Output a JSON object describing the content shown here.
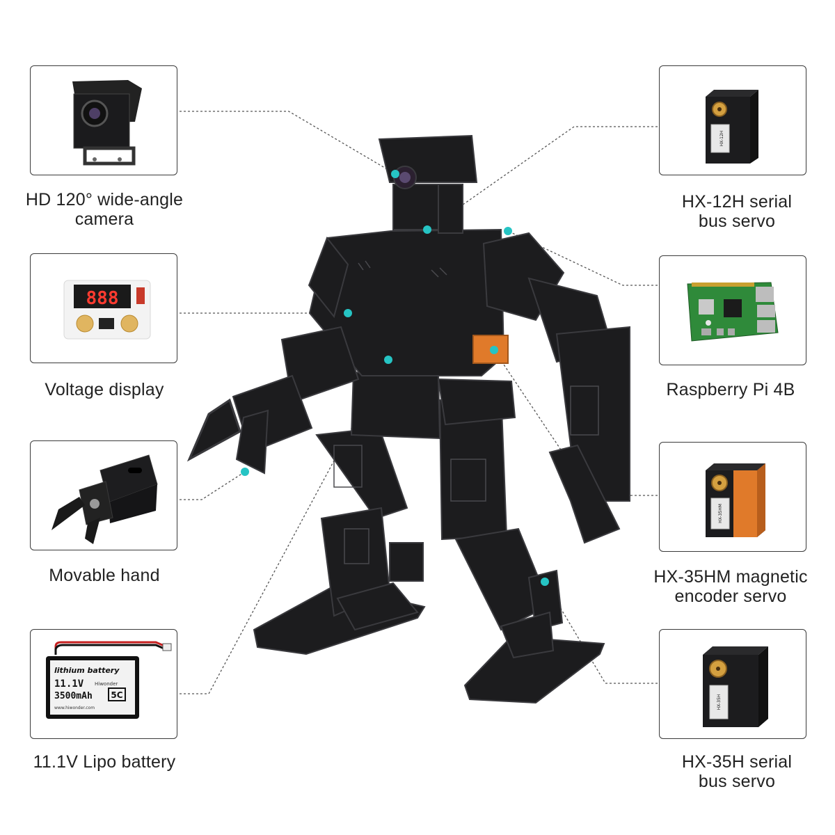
{
  "colors": {
    "robot_body": "#1c1c1e",
    "robot_edge": "#3a3a3e",
    "accent_orange": "#e07a2a",
    "marker_teal": "#26c4c4",
    "card_border": "#3a3a3a",
    "leader_line": "#555555"
  },
  "components": [
    {
      "id": "camera",
      "icon": "camera-icon",
      "label_line1": "HD 120° wide-angle",
      "label_line2": "camera"
    },
    {
      "id": "voltage_display",
      "icon": "voltage-display-icon",
      "label_line1": "Voltage display",
      "label_line2": "",
      "readout": "888"
    },
    {
      "id": "movable_hand",
      "icon": "gripper-hand-icon",
      "label_line1": "Movable hand",
      "label_line2": ""
    },
    {
      "id": "battery",
      "icon": "battery-icon",
      "label_line1": "11.1V Lipo battery",
      "label_line2": "",
      "print_title": "lithium battery",
      "print_voltage": "11.1V",
      "print_capacity": "3500mAh",
      "print_rate": "5C",
      "print_brand": "Hiwonder",
      "print_url": "www.hiwonder.com"
    },
    {
      "id": "servo_12h",
      "icon": "servo-icon",
      "label_line1": "HX-12H serial",
      "label_line2": "bus servo",
      "print_model": "HX-12H"
    },
    {
      "id": "raspberry_pi",
      "icon": "raspberry-pi-board-icon",
      "label_line1": "Raspberry Pi 4B",
      "label_line2": ""
    },
    {
      "id": "servo_35hm",
      "icon": "servo-icon",
      "label_line1": "HX-35HM magnetic",
      "label_line2": "encoder servo",
      "print_model": "HX-35HM"
    },
    {
      "id": "servo_35h",
      "icon": "servo-icon",
      "label_line1": "HX-35H serial",
      "label_line2": "bus servo",
      "print_model": "HX-35H"
    }
  ],
  "robot": {
    "icon": "humanoid-robot-icon"
  }
}
